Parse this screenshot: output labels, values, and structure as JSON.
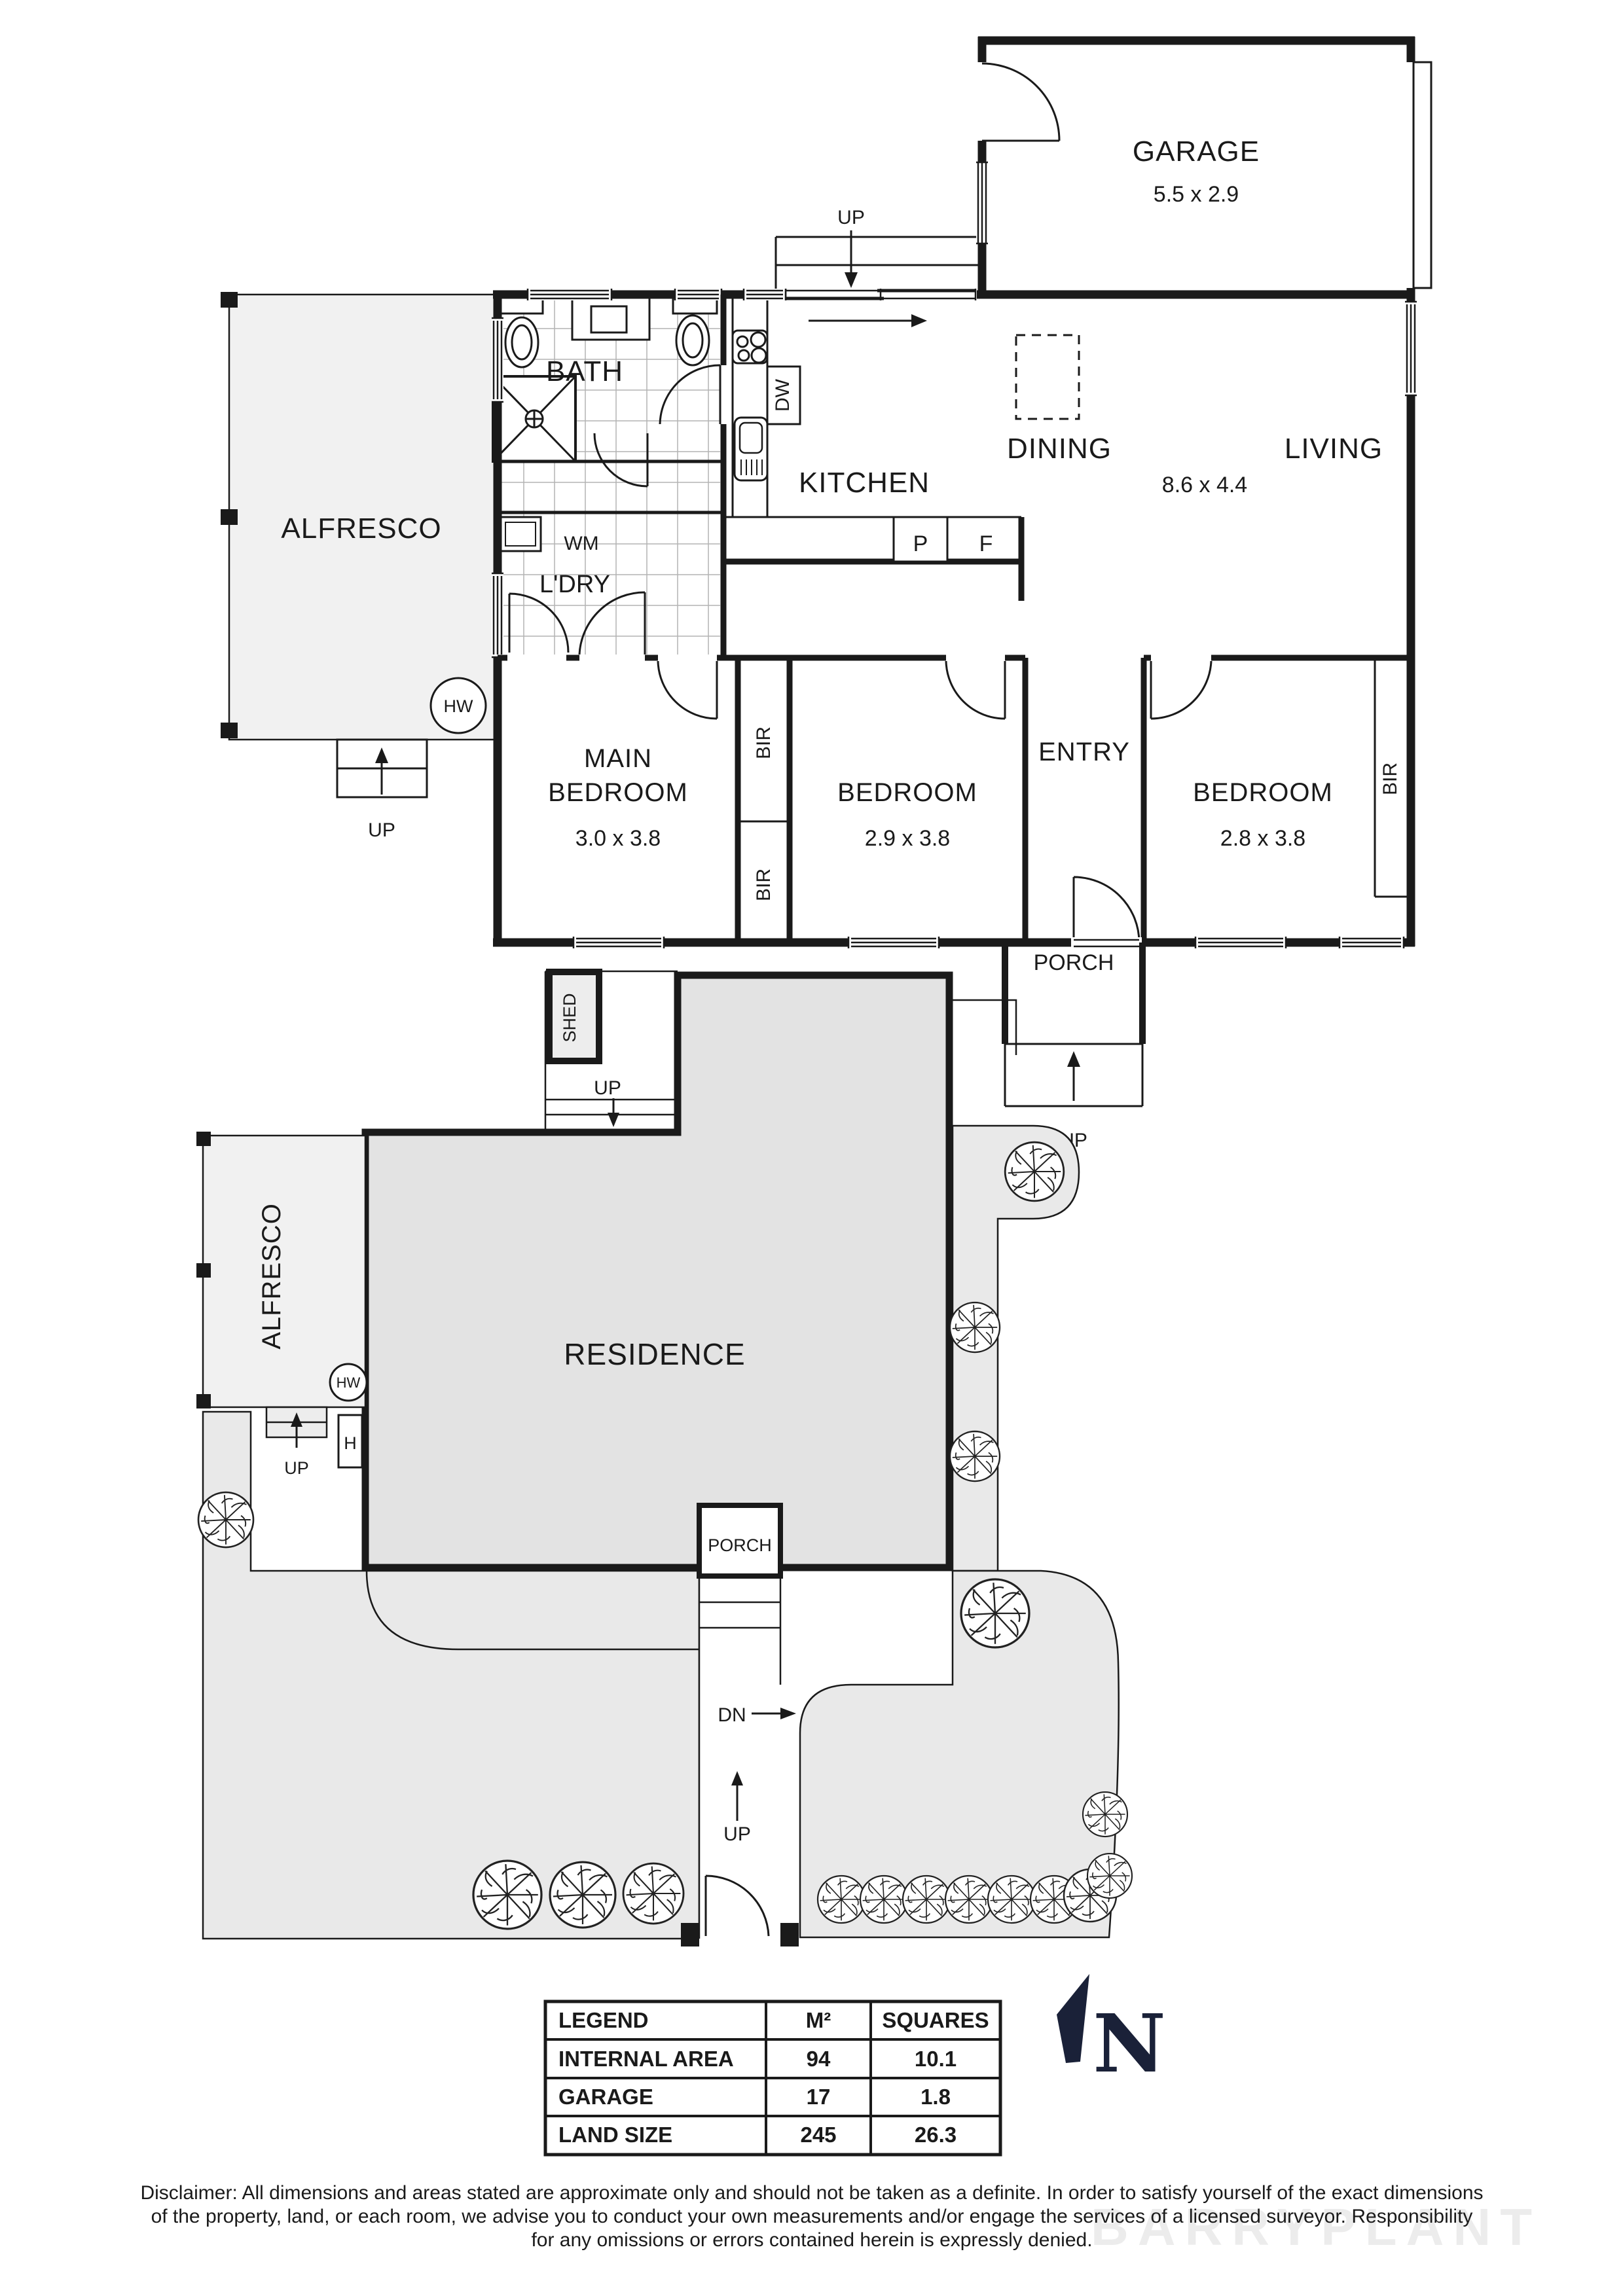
{
  "floor_plan": {
    "up": "UP",
    "garage": {
      "name": "GARAGE",
      "dims": "5.5 x 2.9"
    },
    "dining": {
      "name": "DINING"
    },
    "living": {
      "name": "LIVING"
    },
    "open_plan_dims": "8.6 x 4.4",
    "kitchen": {
      "name": "KITCHEN",
      "dishwasher": "DW",
      "pantry": "P",
      "fridge": "F"
    },
    "bath": {
      "name": "BATH"
    },
    "laundry": {
      "name": "L'DRY",
      "washing_machine": "WM"
    },
    "alfresco": {
      "name": "ALFRESCO"
    },
    "hot_water": "HW",
    "main_bedroom": {
      "name_line1": "MAIN",
      "name_line2": "BEDROOM",
      "dims": "3.0 x 3.8"
    },
    "bedroom2": {
      "name": "BEDROOM",
      "dims": "2.9 x 3.8"
    },
    "bedroom3": {
      "name": "BEDROOM",
      "dims": "2.8 x 3.8"
    },
    "entry": {
      "name": "ENTRY"
    },
    "porch": {
      "name": "PORCH"
    },
    "robe": "BIR"
  },
  "site_plan": {
    "residence": "RESIDENCE",
    "alfresco": "ALFRESCO",
    "shed": "SHED",
    "porch": "PORCH",
    "hot_water": "HW",
    "heater": "H",
    "up": "UP",
    "down": "DN"
  },
  "legend": {
    "title": "LEGEND",
    "col_m2": "M²",
    "col_squares": "SQUARES",
    "rows": [
      {
        "label": "INTERNAL AREA",
        "m2": "94",
        "squares": "10.1"
      },
      {
        "label": "GARAGE",
        "m2": "17",
        "squares": "1.8"
      },
      {
        "label": "LAND SIZE",
        "m2": "245",
        "squares": "26.3"
      }
    ]
  },
  "north_label": "N",
  "disclaimer": {
    "line1": "Disclaimer: All dimensions and areas stated are approximate only and should not be taken as a definite. In order to satisfy yourself of the exact dimensions",
    "line2": "of the property, land, or each room, we advise you to conduct your own measurements and/or engage the services of a licensed surveyor. Responsibility",
    "line3": "for any omissions or errors contained herein is expressly denied."
  },
  "watermark": "BARRYPLANT"
}
